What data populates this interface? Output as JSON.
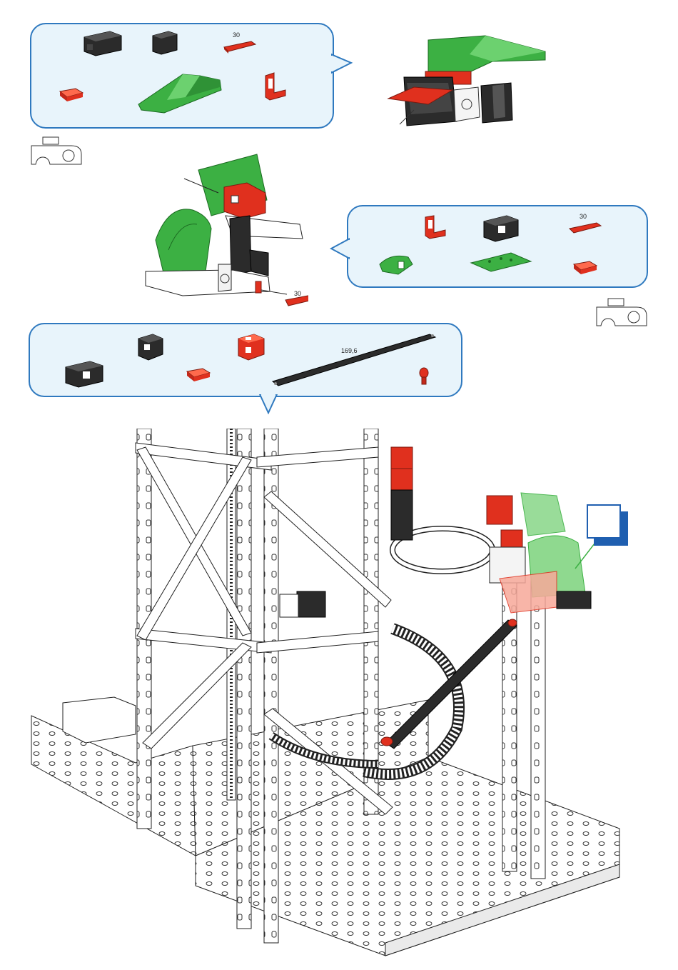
{
  "parts_box_1": {
    "items": [
      {
        "name": "black-building-block-30",
        "color": "#2b2b2b"
      },
      {
        "name": "black-building-block-15",
        "color": "#2b2b2b"
      },
      {
        "name": "red-flat-rail",
        "label": "30",
        "color": "#e0301e"
      },
      {
        "name": "red-small-clip",
        "color": "#e0301e"
      },
      {
        "name": "green-ramp",
        "color": "#3cb043"
      },
      {
        "name": "red-angle-block",
        "color": "#e0301e"
      }
    ]
  },
  "parts_box_2": {
    "items": [
      {
        "name": "red-angle-block",
        "color": "#e0301e"
      },
      {
        "name": "black-building-block",
        "color": "#2b2b2b"
      },
      {
        "name": "red-flat-rail",
        "label": "30",
        "color": "#e0301e"
      },
      {
        "name": "green-curved-piece",
        "color": "#3cb043"
      },
      {
        "name": "green-plate",
        "color": "#3cb043"
      },
      {
        "name": "red-small-clip",
        "color": "#e0301e"
      }
    ]
  },
  "parts_box_3": {
    "items": [
      {
        "name": "black-building-block",
        "color": "#2b2b2b"
      },
      {
        "name": "black-cube-block",
        "color": "#2b2b2b"
      },
      {
        "name": "red-cube-block",
        "color": "#e0301e"
      },
      {
        "name": "red-small-clip",
        "color": "#e0301e"
      },
      {
        "name": "black-strut",
        "label": "169,6",
        "color": "#2b2b2b"
      },
      {
        "name": "red-plug",
        "color": "#e0301e"
      }
    ]
  },
  "assembly_1": {
    "description_icon": "sub-assembly-1-icon"
  },
  "assembly_2": {
    "rail_label": "30"
  },
  "flip_icons": [
    "reorient-icon",
    "reorient-icon"
  ],
  "main_model": {
    "page_box_number": ""
  },
  "colors": {
    "bubble_fill": "#e8f4fb",
    "bubble_border": "#2f79bf",
    "red": "#e0301e",
    "green": "#3cb043",
    "black": "#2b2b2b",
    "blue_box": "#1f5fb0"
  }
}
